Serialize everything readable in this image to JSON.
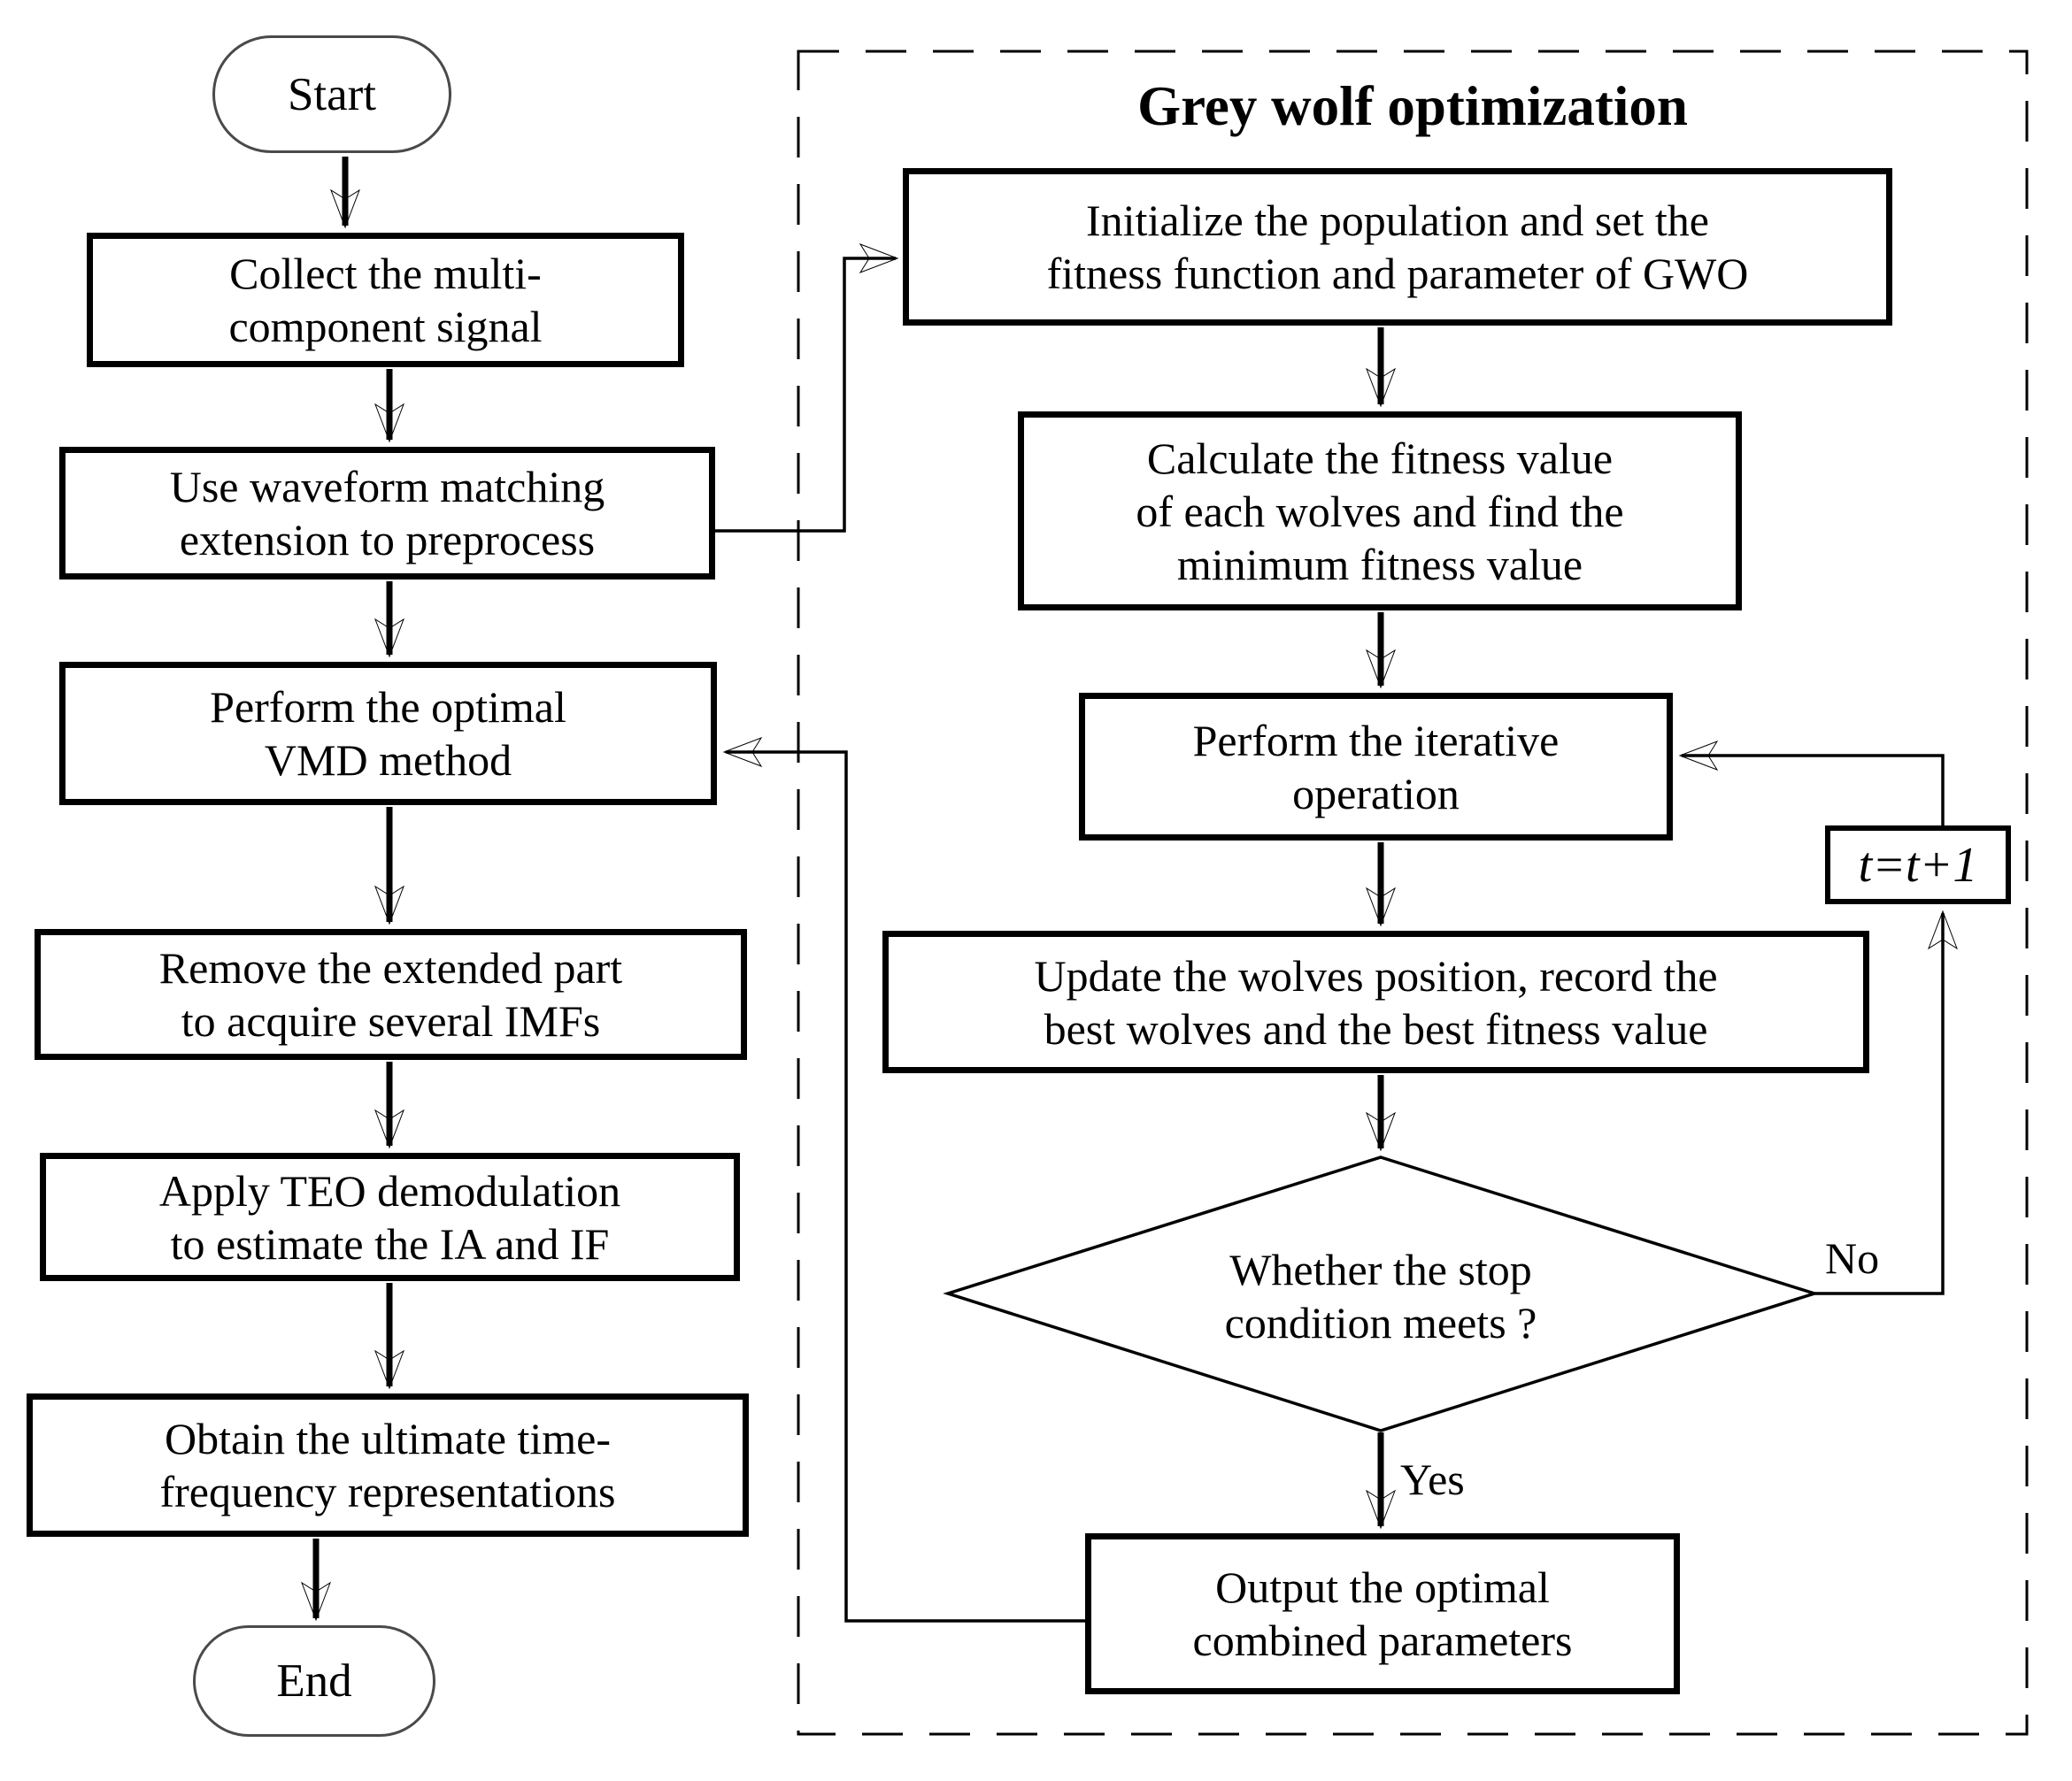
{
  "gwo_box_title": "Grey wolf optimization",
  "nodes": {
    "start": "Start",
    "collect": "Collect the multi-\ncomponent signal",
    "waveform": "Use waveform matching\nextension to preprocess",
    "vmd": "Perform the optimal\nVMD method",
    "remove": "Remove the extended part\nto acquire several IMFs",
    "teo": "Apply TEO demodulation\nto estimate the IA and IF",
    "obtain": "Obtain the ultimate time-\nfrequency representations",
    "end": "End",
    "initialize": "Initialize the population and set the\nfitness function and parameter of GWO",
    "calculate": "Calculate the fitness value\nof each wolves and find the\nminimum fitness value",
    "iterate": "Perform the iterative\noperation",
    "update": "Update the wolves position, record the\nbest wolves and the best fitness value",
    "decision": "Whether the stop\ncondition meets ?",
    "output": "Output the optimal\ncombined parameters",
    "counter": "t=t+1"
  },
  "edge_labels": {
    "yes": "Yes",
    "no": "No"
  },
  "colors": {
    "line": "#000000",
    "terminal_border": "#4a4a4a",
    "background": "#ffffff"
  }
}
